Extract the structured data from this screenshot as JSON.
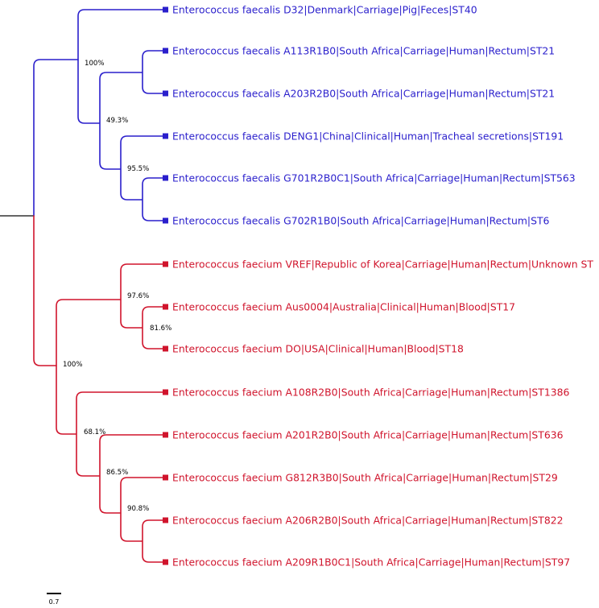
{
  "colors": {
    "faecalis": "#2a1fcc",
    "faecium": "#d0142c",
    "root": "#333333",
    "support_text": "#000000"
  },
  "leaves": [
    {
      "label": "Enterococcus faecalis D32|Denmark|Carriage|Pig|Feces|ST40",
      "group": "faecalis"
    },
    {
      "label": "Enterococcus faecalis A113R1B0|South Africa|Carriage|Human|Rectum|ST21",
      "group": "faecalis"
    },
    {
      "label": "Enterococcus faecalis A203R2B0|South Africa|Carriage|Human|Rectum|ST21",
      "group": "faecalis"
    },
    {
      "label": "Enterococcus faecalis DENG1|China|Clinical|Human|Tracheal secretions|ST191",
      "group": "faecalis"
    },
    {
      "label": "Enterococcus faecalis G701R2B0C1|South Africa|Carriage|Human|Rectum|ST563",
      "group": "faecalis"
    },
    {
      "label": "Enterococcus faecalis G702R1B0|South Africa|Carriage|Human|Rectum|ST6",
      "group": "faecalis"
    },
    {
      "label": "Enterococcus faecium VREF|Republic of Korea|Carriage|Human|Rectum|Unknown ST",
      "group": "faecium"
    },
    {
      "label": "Enterococcus faecium Aus0004|Australia|Clinical|Human|Blood|ST17",
      "group": "faecium"
    },
    {
      "label": "Enterococcus faecium DO|USA|Clinical|Human|Blood|ST18",
      "group": "faecium"
    },
    {
      "label": "Enterococcus faecium A108R2B0|South Africa|Carriage|Human|Rectum|ST1386",
      "group": "faecium"
    },
    {
      "label": "Enterococcus faecium A201R2B0|South Africa|Carriage|Human|Rectum|ST636",
      "group": "faecium"
    },
    {
      "label": "Enterococcus faecium G812R3B0|South Africa|Carriage|Human|Rectum|ST29",
      "group": "faecium"
    },
    {
      "label": "Enterococcus faecium A206R2B0|South Africa|Carriage|Human|Rectum|ST822",
      "group": "faecium"
    },
    {
      "label": "Enterococcus faecium A209R1B0C1|South Africa|Carriage|Human|Rectum|ST97",
      "group": "faecium"
    }
  ],
  "support_values": [
    {
      "node": "faecalis-root",
      "value": "100%"
    },
    {
      "node": "faecalis-inner",
      "value": "49.3%"
    },
    {
      "node": "faecalis-deng-clade",
      "value": "95.5%"
    },
    {
      "node": "faecium-root",
      "value": "100%"
    },
    {
      "node": "faecium-vref-clade",
      "value": "97.6%"
    },
    {
      "node": "faecium-aus-do",
      "value": "81.6%"
    },
    {
      "node": "faecium-sa-clade",
      "value": "68.1%"
    },
    {
      "node": "faecium-g812-clade",
      "value": "86.5%"
    },
    {
      "node": "faecium-a206-a209",
      "value": "90.8%"
    }
  ],
  "scale_bar": {
    "label": "0.7"
  }
}
